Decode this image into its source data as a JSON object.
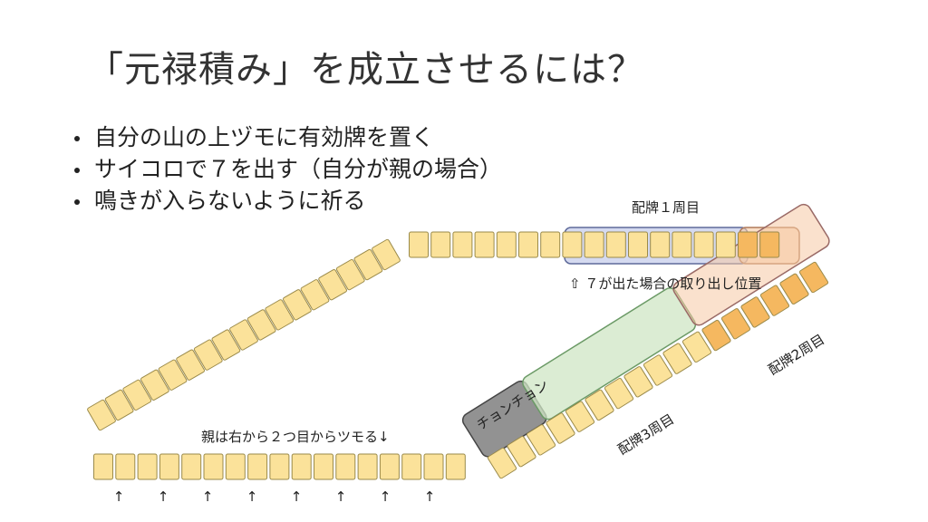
{
  "title": "「元禄積み」を成立させるには？",
  "bullets": [
    "自分の山の上ヅモに有効牌を置く",
    "サイコロで７を出す（自分が親の場合）",
    "鳴きが入らないように祈る"
  ],
  "labels": {
    "haipai1": "配牌１周目",
    "pickup": "⇧ ７が出た場合の取り出し位置",
    "haipai2": "配牌2周目",
    "haipai3": "配牌3周目",
    "chonchon": "チョンチョン",
    "dealer": "親は右から２つ目からツモる↓",
    "arrow": "↑"
  },
  "walls": {
    "bottom_tiles": 17,
    "left_tiles": 17,
    "top_tiles": 17,
    "right_tiles": 17,
    "top_blue_tiles": 8,
    "top_orange_tiles": 2,
    "right_dark_tiles": 3,
    "right_green_tiles": 8,
    "right_orange_tiles": 6,
    "bottom_arrows": 8
  },
  "colors": {
    "tile_fill": "#fbe29a",
    "tile_stroke": "#9a8a4a",
    "blue_group": "#b9c2e6",
    "orange_group": "#f6c9a4",
    "green_group": "#cfe6c4",
    "dark_group": "#7f7f7f",
    "tile_orange": "#f5b860"
  }
}
